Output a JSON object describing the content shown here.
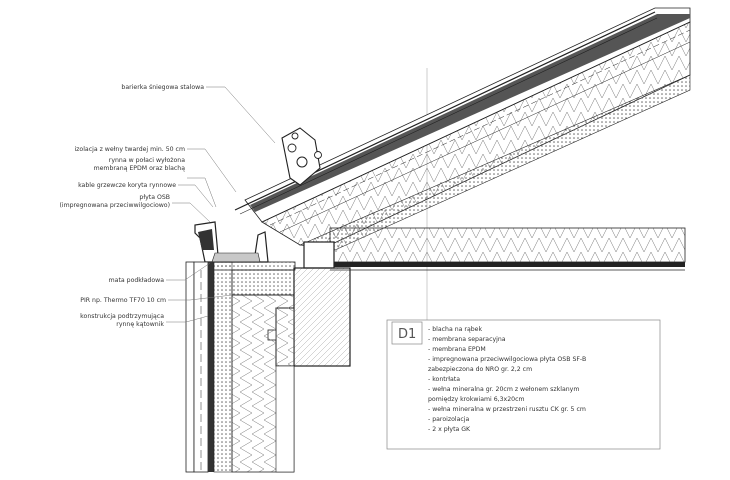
{
  "labels": {
    "snow_barrier": "barierka śniegowa stalowa",
    "insulation_note": "izolacja z wełny twardej min. 50 cm",
    "gutter_1": "rynna w połaci wyłożona",
    "gutter_2": "membraną EPDM oraz blachą",
    "heating_cables": "kable grzewcze koryta rynnowe",
    "osb_1": "płyta OSB",
    "osb_2": "(impregnowana przeciwwilgociowo)",
    "mortar": "mata podkładowa",
    "pir": "PIR np. Thermo TF70 10 cm",
    "support_1": "konstrukcja podtrzymująca",
    "support_2": "rynnę kątownik"
  },
  "legend": {
    "tag": "D1",
    "items": [
      "- blacha na rąbek",
      "- membrana separacyjna",
      "- membrana EPDM",
      "- impregnowana przeciwwilgociowa płyta OSB SF-B",
      "  zabezpieczona do NRO gr. 2,2 cm",
      "- kontrłata",
      "- wełna mineralna gr. 20cm z wełonem szklanym",
      "  pomiędzy krokwiami 6,3x20cm",
      "- wełna mineralna w przestrzeni rusztu CK gr. 5 cm",
      "- paroizolacja",
      "- 2 x płyta GK"
    ]
  },
  "colors": {
    "line": "#222222",
    "grey_fill": "#c8c8c8",
    "dark_fill": "#6b6b6b",
    "thin": "#888888"
  }
}
